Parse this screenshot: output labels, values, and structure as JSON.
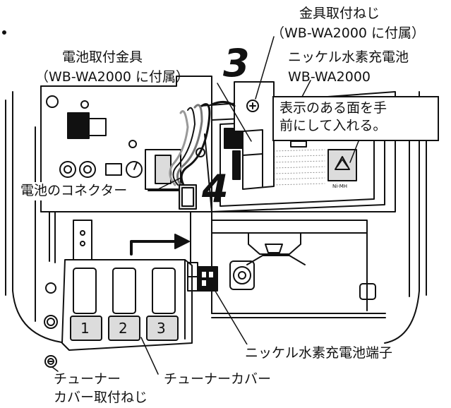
{
  "labels": {
    "bracket_screw": "金具取付ねじ",
    "bracket_screw_note": "（WB-WA2000 に付属）",
    "battery_bracket": "電池取付金具",
    "battery_bracket_note": "（WB-WA2000 に付属）",
    "battery_name": "ニッケル水素充電池",
    "battery_model": "WB-WA2000",
    "connector": "電池のコネクター",
    "terminal": "ニッケル水素充電池端子",
    "tuner_screw_line1": "チューナー",
    "tuner_screw_line2": "カバー取付ねじ",
    "tuner_cover": "チューナーカバー"
  },
  "note": {
    "line1": "表示のある面を手",
    "line2": "前にして入れる。"
  },
  "steps": {
    "step3": "3",
    "step4": "4"
  },
  "cover_numbers": [
    "1",
    "2",
    "3"
  ],
  "battery_marks": {
    "ni_mh": "Ni-MH"
  },
  "colors": {
    "line": "#111111",
    "fill": "#ffffff",
    "shade": "#dcdcdc",
    "dark": "#555555"
  }
}
